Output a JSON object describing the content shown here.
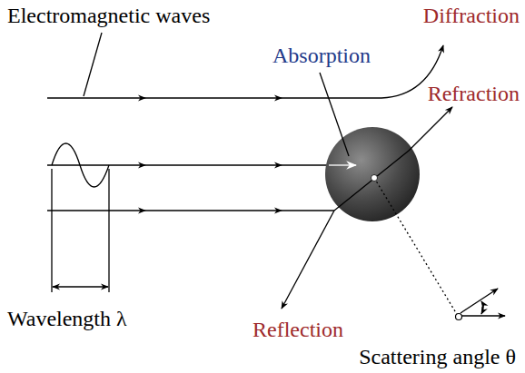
{
  "diagram": {
    "labels": [
      "Electromagnetic waves",
      "Diffraction",
      "Absorption",
      "Refraction",
      "Wavelength λ",
      "Reflection",
      "Scattering angle θ"
    ]
  }
}
